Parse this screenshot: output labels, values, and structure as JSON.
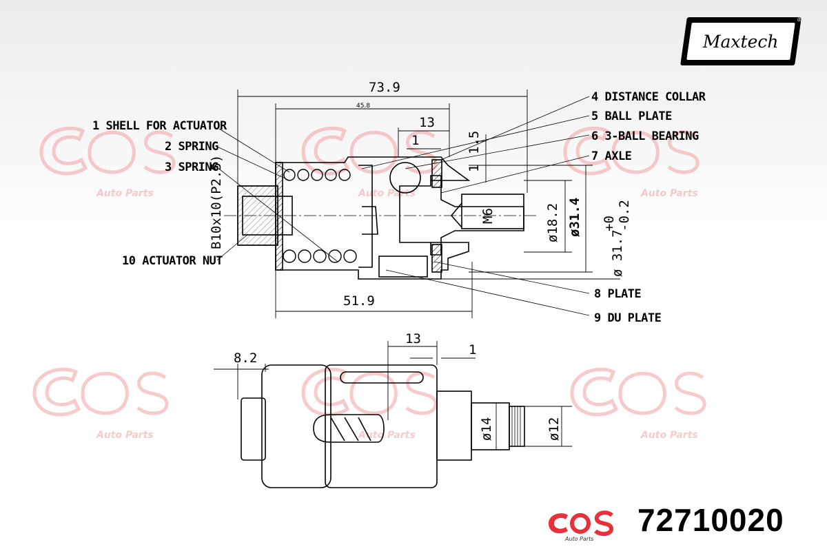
{
  "brand": {
    "logo_text": "Maxtech",
    "registered_mark": "®",
    "watermark_text": "Auto Parts",
    "accent_color": "#e8303a"
  },
  "part_number": "72710020",
  "callouts": {
    "c1": "1 SHELL FOR ACTUATOR",
    "c2": "2 SPRING",
    "c3": "3 SPRING",
    "c4": "4 DISTANCE COLLAR",
    "c5": "5 BALL PLATE",
    "c6": "6 3-BALL BEARING",
    "c7": "7 AXLE",
    "c8": "8 PLATE",
    "c9": "9 DU PLATE",
    "c10": "10 ACTUATOR NUT"
  },
  "dimensions": {
    "total_length": "73.9",
    "inner_length": "45.8",
    "top_13": "13",
    "top_1": "1",
    "small_15": "1.5",
    "small_1": "1",
    "thread_label": "B10x10(P2.5)",
    "m6": "M6",
    "dia_18_2": "ø18.2",
    "dia_31_4": "ø31.4",
    "dia_31_7": "ø 31.7",
    "tol_plus": "+0",
    "tol_minus": "-0.2",
    "body_51_9": "51.9",
    "side_8_2": "8.2",
    "side_13": "13",
    "side_1": "1",
    "dia_14": "ø14",
    "dia_12": "ø12"
  }
}
